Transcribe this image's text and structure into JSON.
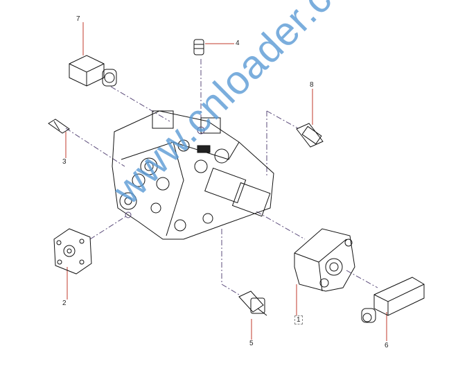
{
  "diagram": {
    "callouts": [
      {
        "id": "7",
        "label": "7"
      },
      {
        "id": "4",
        "label": "4"
      },
      {
        "id": "8",
        "label": "8"
      },
      {
        "id": "3",
        "label": "3"
      },
      {
        "id": "2",
        "label": "2"
      },
      {
        "id": "1",
        "label": "1"
      },
      {
        "id": "5",
        "label": "5"
      },
      {
        "id": "6",
        "label": "6"
      }
    ],
    "watermark": "www.cnloader.com",
    "colors": {
      "leader": "#c0392b",
      "centerline": "#5a4a7a",
      "watermark": "#5b9bd5"
    }
  }
}
